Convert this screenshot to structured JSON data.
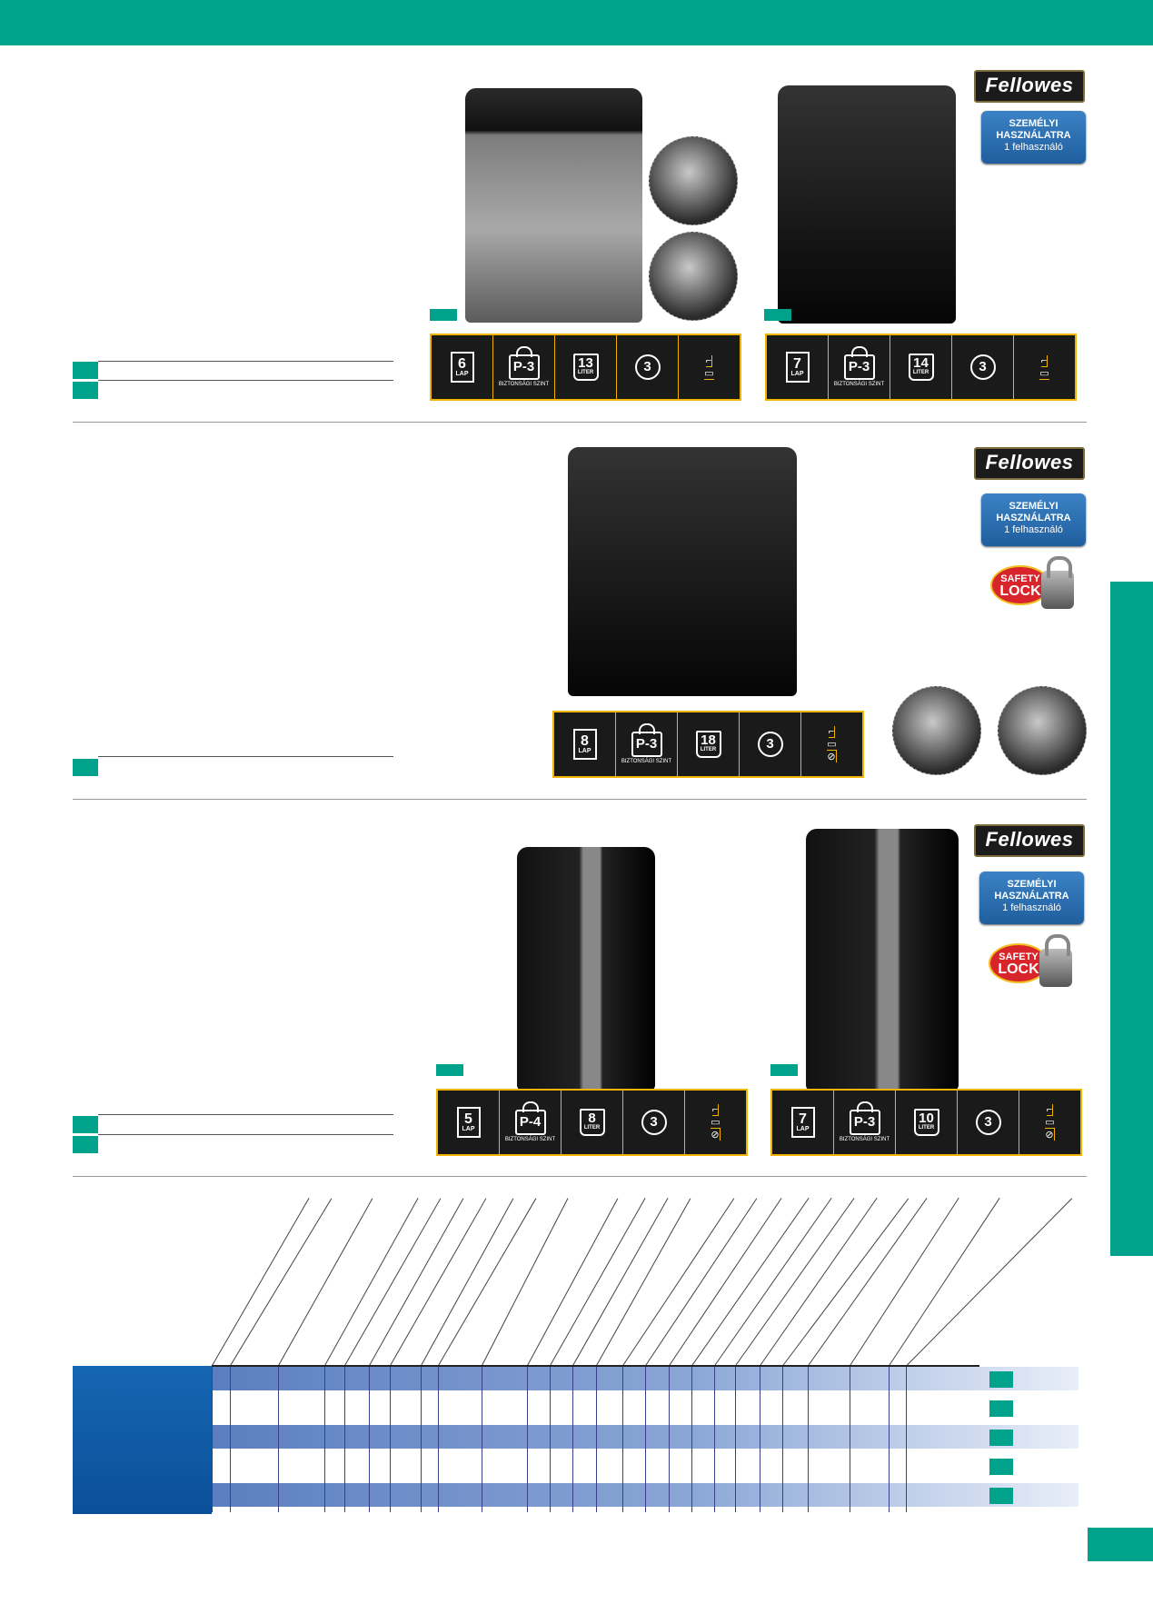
{
  "brand": {
    "logo_text": "Fellowes"
  },
  "badges": {
    "personal": {
      "line1": "SZEMÉLYI",
      "line2": "HASZNÁLATRA",
      "line3": "1 felhasználó"
    },
    "safety_lock": {
      "line1": "SAFETY",
      "line2": "LOCK"
    }
  },
  "products": [
    {
      "sheets": "6",
      "sheets_unit": "LAP",
      "security": "P-3",
      "security_label": "BIZTONSÁGI SZINT",
      "bin": "13",
      "bin_unit": "LITER",
      "users": "3"
    },
    {
      "sheets": "7",
      "sheets_unit": "LAP",
      "security": "P-3",
      "security_label": "BIZTONSÁGI SZINT",
      "bin": "14",
      "bin_unit": "LITER",
      "users": "3"
    },
    {
      "sheets": "8",
      "sheets_unit": "LAP",
      "security": "P-3",
      "security_label": "BIZTONSÁGI SZINT",
      "bin": "18",
      "bin_unit": "LITER",
      "users": "3"
    },
    {
      "sheets": "5",
      "sheets_unit": "LAP",
      "security": "P-4",
      "security_label": "BIZTONSÁGI SZINT",
      "bin": "8",
      "bin_unit": "LITER",
      "users": "3"
    },
    {
      "sheets": "7",
      "sheets_unit": "LAP",
      "security": "P-3",
      "security_label": "BIZTONSÁGI SZINT",
      "bin": "10",
      "bin_unit": "LITER",
      "users": "3"
    }
  ],
  "icons": {
    "staple": "staple-icon",
    "card": "credit-card-icon",
    "clip": "paperclip-icon"
  },
  "colors": {
    "accent": "#00a28c",
    "badge_blue": "#2a6fb3",
    "table_blue": "#0b4f98",
    "icon_border": "#f0b400"
  }
}
